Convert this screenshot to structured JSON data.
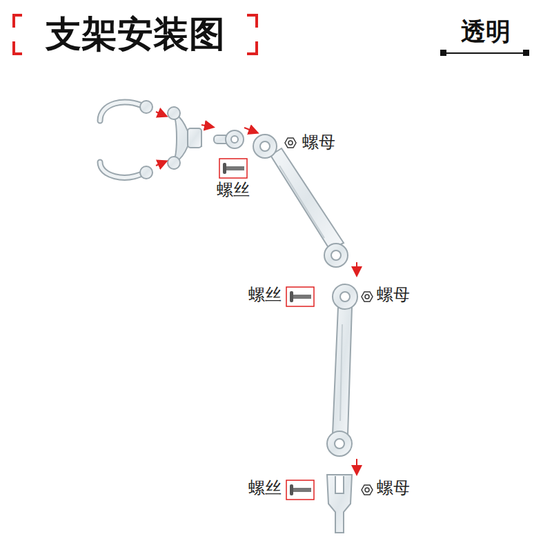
{
  "diagram": {
    "title": "支架安装图",
    "labels": [
      "透明",
      "螺母",
      "螺丝",
      "螺丝",
      "螺母",
      "螺丝",
      "螺母"
    ]
  }
}
